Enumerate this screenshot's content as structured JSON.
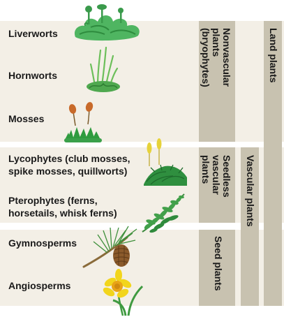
{
  "plants": [
    {
      "label": "Liverworts"
    },
    {
      "label": "Hornworts"
    },
    {
      "label": "Mosses"
    },
    {
      "label": "Lycophytes (club mosses,"
    },
    {
      "label": "spike mosses, quillworts)"
    },
    {
      "label": "Pterophytes (ferns,"
    },
    {
      "label": "horsetails, whisk ferns)"
    },
    {
      "label": "Gymnosperms"
    },
    {
      "label": "Angiosperms"
    }
  ],
  "groups": {
    "nonvascular": [
      "Nonvascular",
      "plants",
      "(bryophytes)"
    ],
    "seedless": [
      "Seedless",
      "vascular",
      "plants"
    ],
    "seed": "Seed plants",
    "vascular": "Vascular plants",
    "land": "Land plants"
  },
  "colors": {
    "bar": "#c8c2b0",
    "band": "#f3efe6"
  }
}
